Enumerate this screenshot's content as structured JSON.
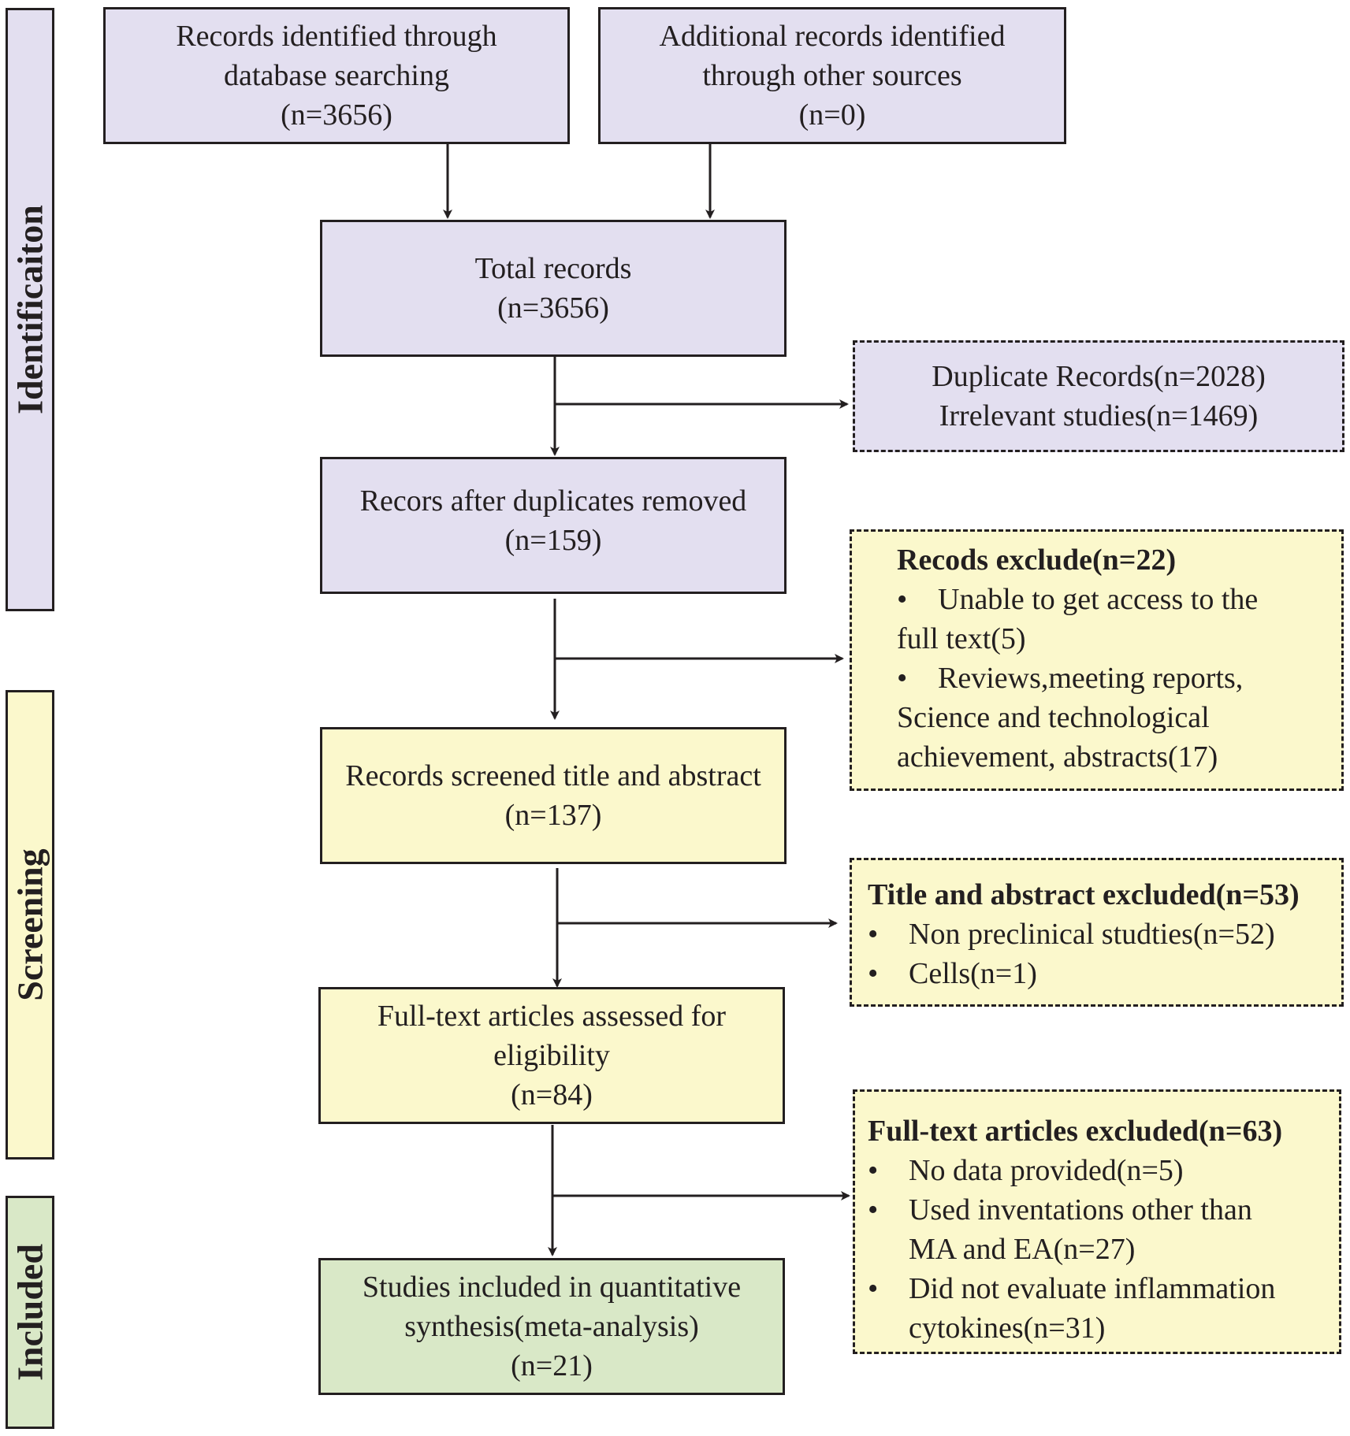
{
  "phases": {
    "identification": "Identificaiton",
    "screening": "Screening",
    "included": "Included"
  },
  "boxes": {
    "database": {
      "line1": "Records identified through",
      "line2": "database searching",
      "line3": "(n=3656)"
    },
    "other": {
      "line1": "Additional records identified",
      "line2": "through other sources",
      "line3": "(n=0)"
    },
    "total": {
      "line1": "Total records",
      "line2": "(n=3656)"
    },
    "duplicate_excluded": {
      "line1": "Duplicate Records(n=2028)",
      "line2": "Irrelevant studies(n=1469)"
    },
    "after_duplicates": {
      "line1": "Recors after duplicates removed",
      "line2": "(n=159)"
    },
    "records_excluded": {
      "title": "Recods exclude(n=22)",
      "items": [
        {
          "first": "Unable to get access to the",
          "rest": "full text(5)"
        },
        {
          "first": "Reviews,meeting reports,",
          "rest": "Science and technological",
          "rest2": "achievement, abstracts(17)"
        }
      ]
    },
    "screened": {
      "line1": "Records screened title and abstract",
      "line2": "(n=137)"
    },
    "title_excluded": {
      "title": "Title and abstract excluded(n=53)",
      "items": [
        "Non preclinical studties(n=52)",
        "Cells(n=1)"
      ]
    },
    "fulltext": {
      "line1": "Full-text articles assessed for",
      "line2": "eligibility",
      "line3": "(n=84)"
    },
    "fulltext_excluded": {
      "title": "Full-text articles excluded(n=63)",
      "items": [
        {
          "first": "No data provided(n=5)"
        },
        {
          "first": "Used inventations other than",
          "rest": "MA and EA(n=27)"
        },
        {
          "first": "Did not evaluate inflammation",
          "rest": "cytokines(n=31)"
        }
      ]
    },
    "included": {
      "line1": "Studies included in quantitative",
      "line2": "synthesis(meta-analysis)",
      "line3": "(n=21)"
    }
  },
  "colors": {
    "identification_fill": "#e3dff0",
    "screening_fill": "#fbf8cc",
    "included_fill": "#d9e8c7",
    "stroke": "#231f20"
  }
}
